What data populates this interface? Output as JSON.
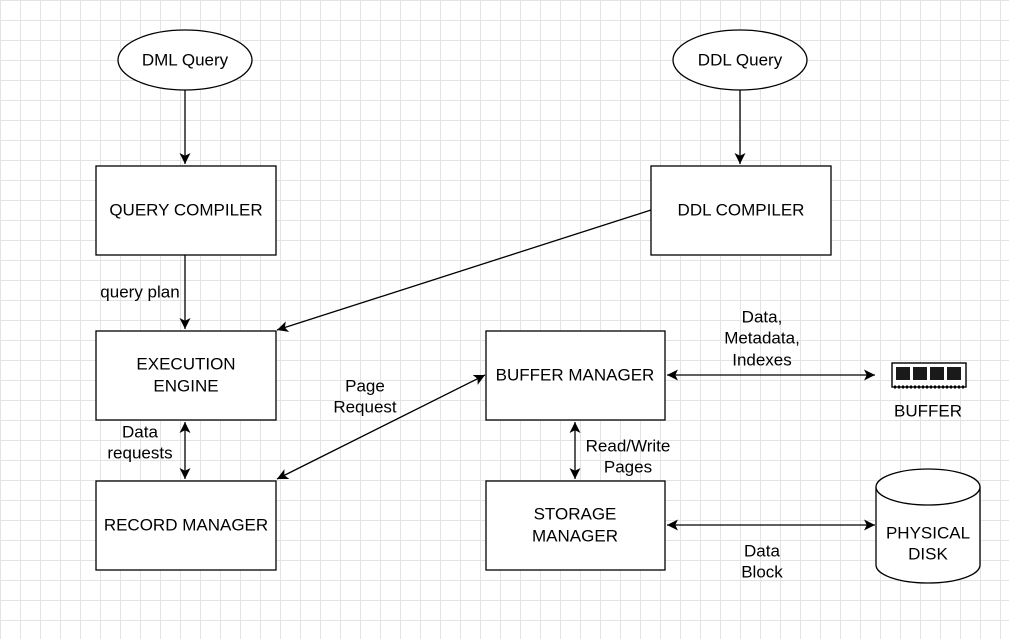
{
  "nodes": {
    "dml_query": "DML Query",
    "ddl_query": "DDL Query",
    "query_compiler": "QUERY COMPILER",
    "ddl_compiler": "DDL COMPILER",
    "execution_engine": [
      "EXECUTION",
      "ENGINE"
    ],
    "record_manager": "RECORD MANAGER",
    "buffer_manager": "BUFFER MANAGER",
    "storage_manager": [
      "STORAGE",
      "MANAGER"
    ],
    "buffer": "BUFFER",
    "physical_disk": [
      "PHYSICAL",
      "DISK"
    ]
  },
  "edge_labels": {
    "query_plan": "query plan",
    "data_requests": [
      "Data",
      "requests"
    ],
    "page_request": [
      "Page",
      "Request"
    ],
    "data_metadata_indexes": [
      "Data,",
      "Metadata,",
      "Indexes"
    ],
    "read_write_pages": [
      "Read/Write",
      "Pages"
    ],
    "data_block": [
      "Data",
      "Block"
    ]
  },
  "icons": {
    "buffer": "memory-chip-icon",
    "physical_disk": "database-cylinder-icon"
  },
  "colors": {
    "stroke": "#000000",
    "fill": "#ffffff"
  }
}
